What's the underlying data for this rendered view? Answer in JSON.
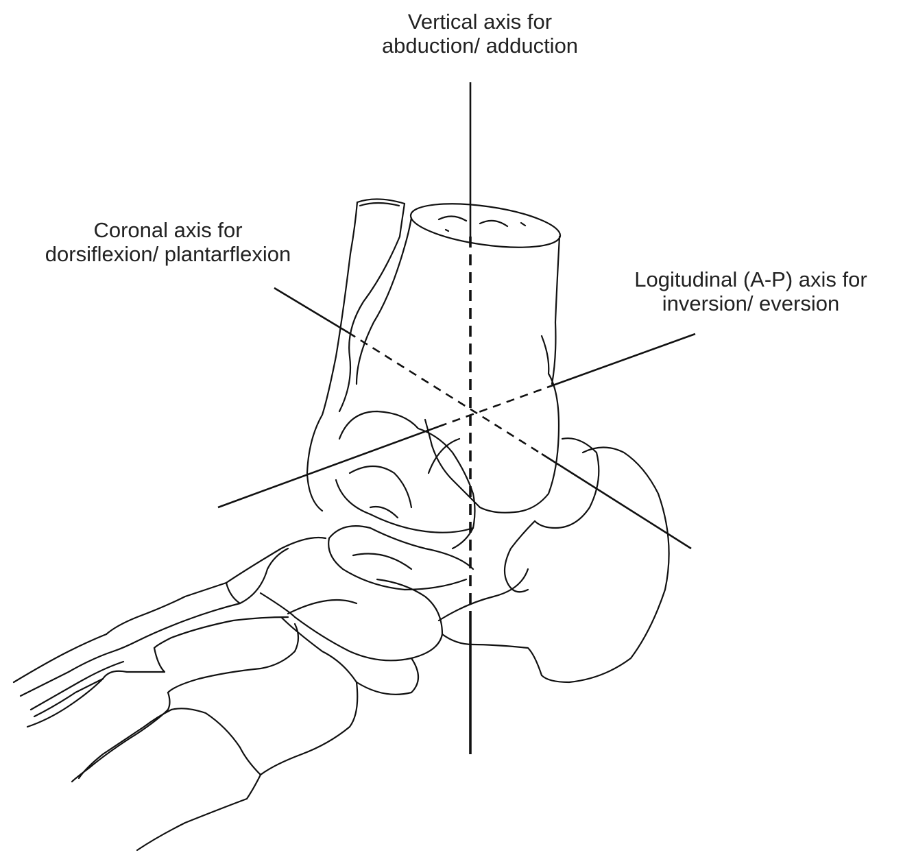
{
  "labels": {
    "vertical": {
      "line1": "Vertical axis for",
      "line2": "abduction/ adduction"
    },
    "coronal": {
      "line1": "Coronal axis for",
      "line2": "dorsiflexion/ plantarflexion"
    },
    "longitudinal": {
      "line1": "Logitudinal (A-P) axis for",
      "line2": "inversion/ eversion"
    }
  }
}
